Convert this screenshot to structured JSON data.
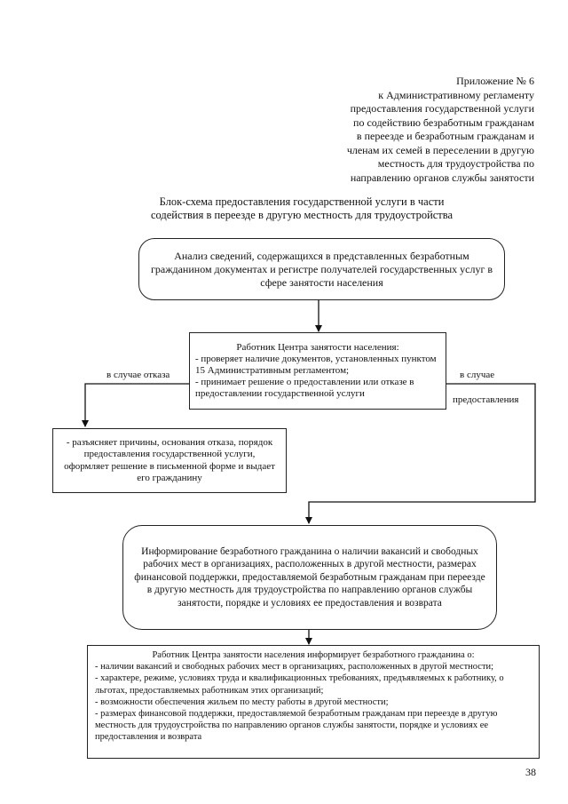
{
  "appendix": {
    "lines": [
      "Приложение № 6",
      "к Административному регламенту",
      "предоставления государственной услуги",
      "по содействию безработным гражданам",
      "в переезде и безработным гражданам и",
      "членам их семей в переселении в другую",
      "местность для трудоустройства по",
      "направлению органов службы занятости"
    ]
  },
  "title": {
    "line1": "Блок-схема предоставления государственной услуги в части",
    "line2": "содействия в переезде в другую местность для трудоустройства"
  },
  "boxes": {
    "analysis": "Анализ сведений, содержащихся в представленных безработным гражданином документах и регистре получателей государственных услуг в сфере занятости населения",
    "worker": {
      "head": "Работник Центра занятости населения:",
      "lines": [
        "- проверяет наличие документов, установленных пунктом 15 Административным регламентом;",
        "- принимает решение о предоставлении или отказе в предоставлении государственной услуги"
      ]
    },
    "refusal": "- разъясняет причины, основания отказа, порядок предоставления государственной услуги, оформляет решение в письменной форме и выдает его гражданину",
    "informing": "Информирование безработного гражданина о наличии вакансий и свободных рабочих мест в организациях, расположенных в другой местности, размерах финансовой поддержки, предоставляемой безработным гражданам при переезде в другую местность для трудоустройства по направлению органов службы занятости, порядке и условиях ее предоставления и возврата",
    "details": {
      "head": "Работник Центра занятости населения информирует безработного гражданина о:",
      "items": [
        "-  наличии вакансий и свободных рабочих мест в организациях, расположенных в другой местности;",
        "-  характере, режиме, условиях труда и квалификационных требованиях, предъявляемых к работнику, о льготах, предоставляемых работникам этих организаций;",
        "-  возможности обеспечения жильем по месту работы в другой местности;",
        "-  размерах финансовой поддержки, предоставляемой безработным гражданам при переезде в другую местность для трудоустройства по направлению органов службы занятости, порядке и условиях ее предоставления и возврата"
      ]
    }
  },
  "labels": {
    "refusal_case": "в случае отказа",
    "provision_case_1": "в случае",
    "provision_case_2": "предоставления"
  },
  "page_number": "38"
}
